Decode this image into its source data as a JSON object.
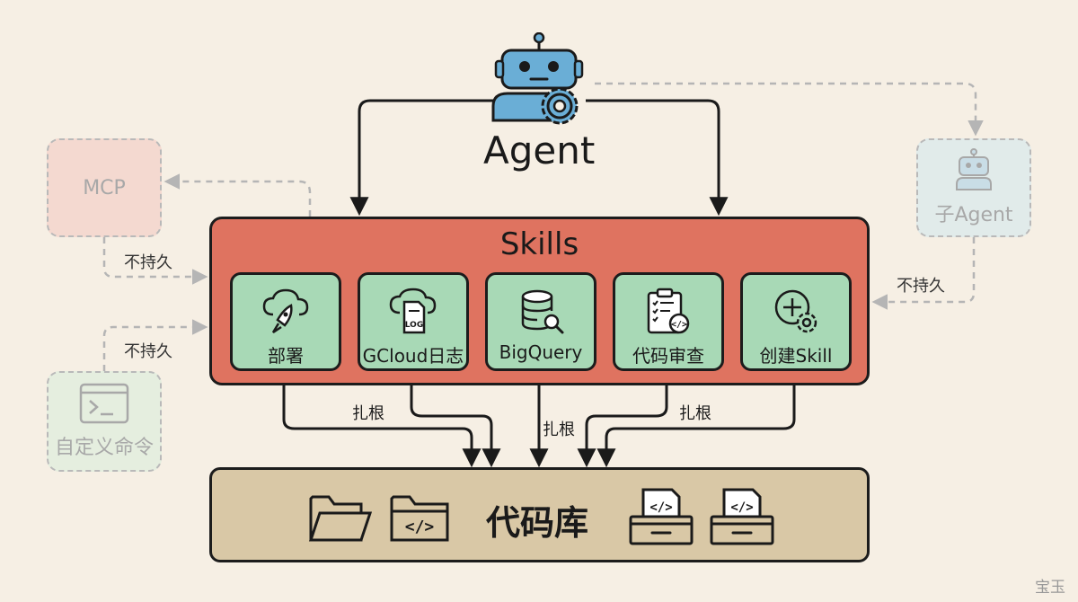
{
  "agent": {
    "label": "Agent",
    "icon": "robot-gear-icon"
  },
  "mcp": {
    "label": "MCP"
  },
  "sub_agent": {
    "label": "子Agent",
    "icon": "robot-icon"
  },
  "custom_command": {
    "label": "自定义命令",
    "icon": "terminal-icon"
  },
  "skills": {
    "title": "Skills",
    "items": [
      {
        "label": "部署",
        "icon": "cloud-rocket-icon"
      },
      {
        "label": "GCloud日志",
        "icon": "cloud-log-icon"
      },
      {
        "label": "BigQuery",
        "icon": "database-search-icon"
      },
      {
        "label": "代码审查",
        "icon": "clipboard-code-icon"
      },
      {
        "label": "创建Skill",
        "icon": "plus-gear-icon"
      }
    ]
  },
  "repo": {
    "label": "代码库",
    "icons": [
      "folder-icon",
      "folder-code-icon",
      "code-tray-icon",
      "code-tray-icon"
    ]
  },
  "edges": {
    "not_persistent": "不持久",
    "rooted": "扎根"
  },
  "watermark": "宝玉",
  "colors": {
    "background": "#f6efe4",
    "skills_panel": "#df7360",
    "skill_card": "#a8d9b6",
    "repo_panel": "#d9c8a6",
    "robot": "#6aaed6"
  }
}
